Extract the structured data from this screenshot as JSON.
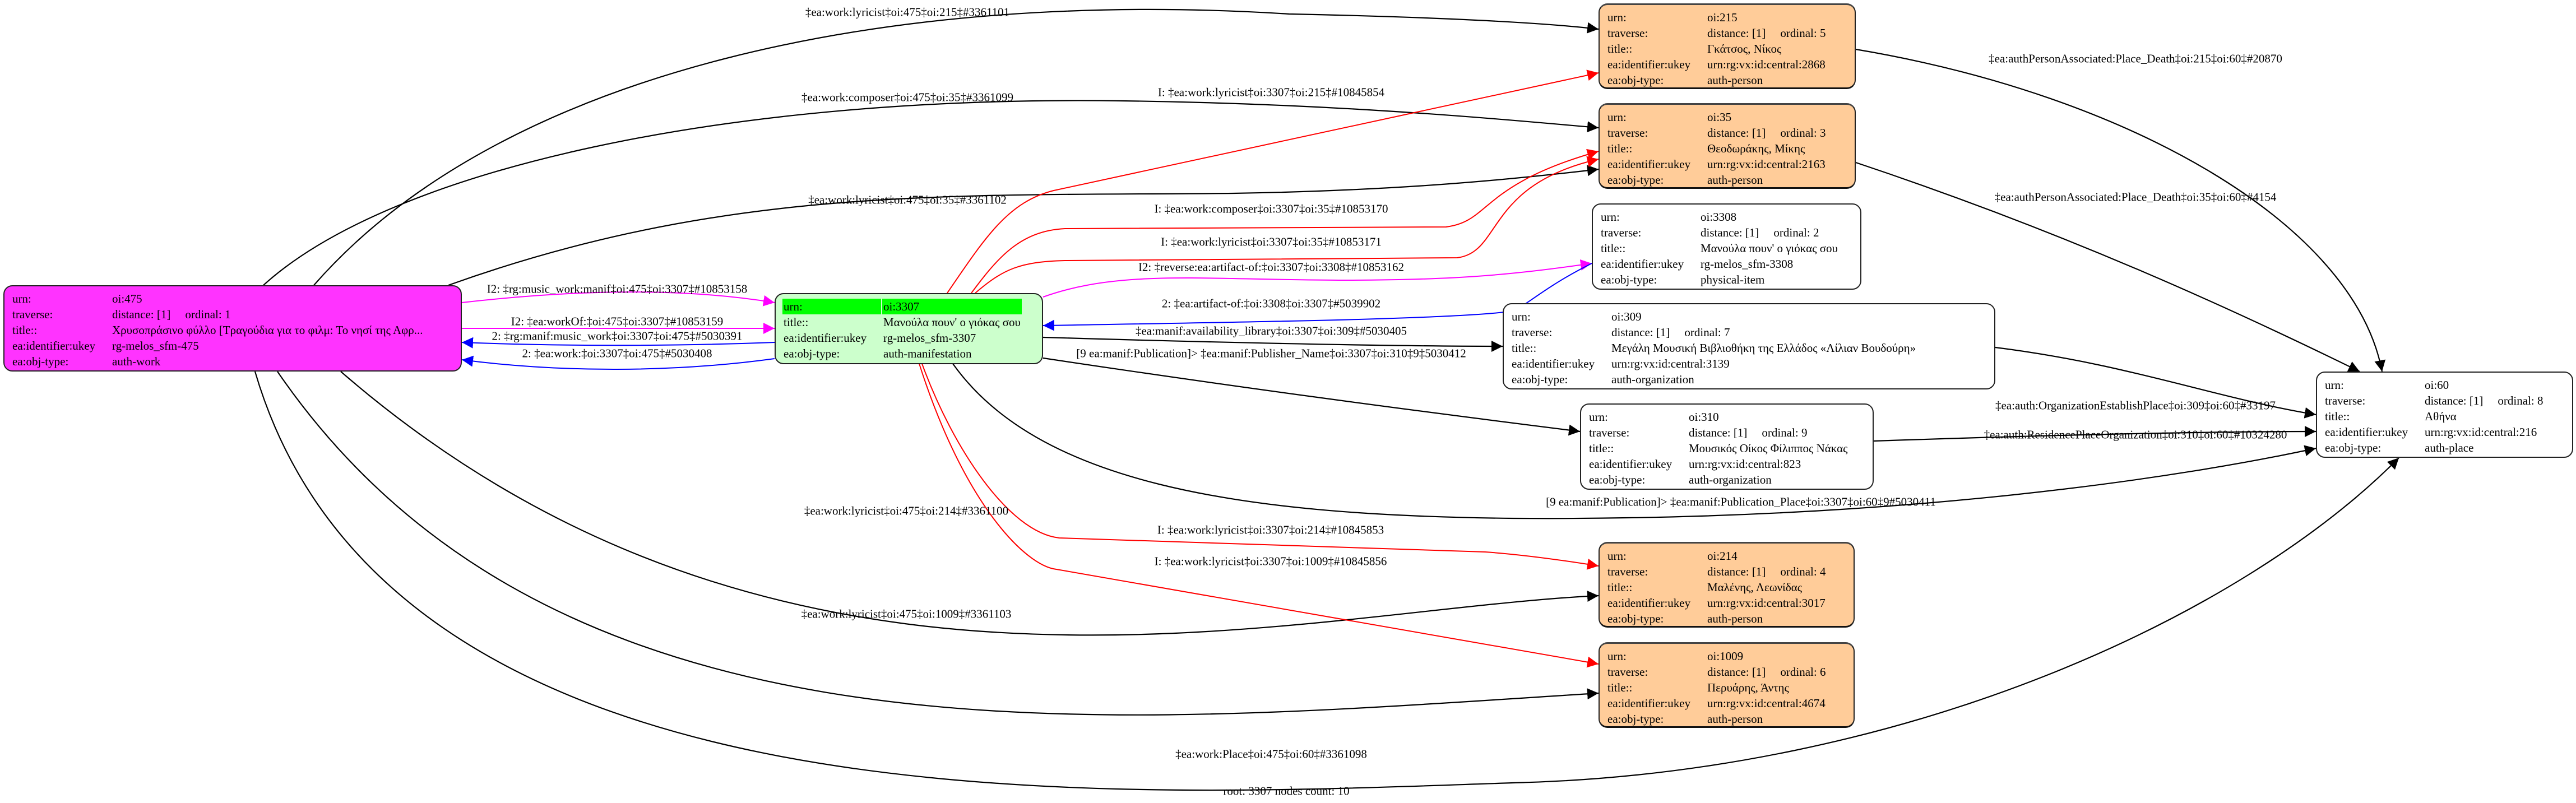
{
  "row_labels": {
    "urn": "urn:",
    "traverse": "traverse:",
    "title": "title::",
    "ukey": "ea:identifier:ukey",
    "obj_type": "ea:obj-type:"
  },
  "colors": {
    "work": "#ff33ff",
    "manifestation": "#ccffcc",
    "root_highlight": "#00ff00",
    "person": "#ffcc99",
    "default": "#ffffff",
    "edge_black": "#000000",
    "edge_red": "#ff0000",
    "edge_magenta": "#ff00ff",
    "edge_blue": "#0000ff"
  },
  "nodes": {
    "n475": {
      "kind": "work",
      "urn": "oi:475",
      "distance": "distance: [1]",
      "ordinal": "ordinal: 1",
      "title": "Χρυσοπράσινο φύλλο [Τραγούδια για το φιλμ: Το νησί της Αφρ...",
      "ukey": "rg-melos_sfm-475",
      "obj_type": "auth-work"
    },
    "n3307": {
      "kind": "manifestation",
      "urn": "oi:3307",
      "title": "Μανούλα πουν' ο γιόκας σου",
      "ukey": "rg-melos_sfm-3307",
      "obj_type": "auth-manifestation"
    },
    "n215": {
      "kind": "person",
      "urn": "oi:215",
      "distance": "distance: [1]",
      "ordinal": "ordinal: 5",
      "title": "Γκάτσος, Νίκος",
      "ukey": "urn:rg:vx:id:central:2868",
      "obj_type": "auth-person"
    },
    "n35": {
      "kind": "person",
      "urn": "oi:35",
      "distance": "distance: [1]",
      "ordinal": "ordinal: 3",
      "title": "Θεοδωράκης, Μίκης",
      "ukey": "urn:rg:vx:id:central:2163",
      "obj_type": "auth-person"
    },
    "n3308": {
      "kind": "default",
      "urn": "oi:3308",
      "distance": "distance: [1]",
      "ordinal": "ordinal: 2",
      "title": "Μανούλα πουν' ο γιόκας σου",
      "ukey": "rg-melos_sfm-3308",
      "obj_type": "physical-item"
    },
    "n309": {
      "kind": "default",
      "urn": "oi:309",
      "distance": "distance: [1]",
      "ordinal": "ordinal: 7",
      "title": "Μεγάλη Μουσική Βιβλιοθήκη της Ελλάδος «Λίλιαν Βουδούρη»",
      "ukey": "urn:rg:vx:id:central:3139",
      "obj_type": "auth-organization"
    },
    "n310": {
      "kind": "default",
      "urn": "oi:310",
      "distance": "distance: [1]",
      "ordinal": "ordinal: 9",
      "title": "Μουσικός Οίκος Φίλιππος Νάκας",
      "ukey": "urn:rg:vx:id:central:823",
      "obj_type": "auth-organization"
    },
    "n60": {
      "kind": "default",
      "urn": "oi:60",
      "distance": "distance: [1]",
      "ordinal": "ordinal: 8",
      "title": "Αθήνα",
      "ukey": "urn:rg:vx:id:central:216",
      "obj_type": "auth-place"
    },
    "n214": {
      "kind": "person",
      "urn": "oi:214",
      "distance": "distance: [1]",
      "ordinal": "ordinal: 4",
      "title": "Μαλένης, Λεωνίδας",
      "ukey": "urn:rg:vx:id:central:3017",
      "obj_type": "auth-person"
    },
    "n1009": {
      "kind": "person",
      "urn": "oi:1009",
      "distance": "distance: [1]",
      "ordinal": "ordinal: 6",
      "title": "Περυάρης, Άντης",
      "ukey": "urn:rg:vx:id:central:4674",
      "obj_type": "auth-person"
    }
  },
  "edges": [
    {
      "from": "oi:475",
      "to": "oi:215",
      "color": "edge_black",
      "label": "‡ea:work:lyricist‡oi:475‡oi:215‡#3361101"
    },
    {
      "from": "oi:475",
      "to": "oi:35",
      "color": "edge_black",
      "label": "‡ea:work:composer‡oi:475‡oi:35‡#3361099"
    },
    {
      "from": "oi:475",
      "to": "oi:35",
      "color": "edge_black",
      "label": "‡ea:work:lyricist‡oi:475‡oi:35‡#3361102"
    },
    {
      "from": "oi:3307",
      "to": "oi:215",
      "color": "edge_red",
      "label": "I: ‡ea:work:lyricist‡oi:3307‡oi:215‡#10845854"
    },
    {
      "from": "oi:3307",
      "to": "oi:35",
      "color": "edge_red",
      "label": "I: ‡ea:work:composer‡oi:3307‡oi:35‡#10853170"
    },
    {
      "from": "oi:3307",
      "to": "oi:35",
      "color": "edge_red",
      "label": "I: ‡ea:work:lyricist‡oi:3307‡oi:35‡#10853171"
    },
    {
      "from": "oi:3307",
      "to": "oi:3308",
      "color": "edge_magenta",
      "label": "I2: ‡reverse:ea:artifact-of:‡oi:3307‡oi:3308‡#10853162"
    },
    {
      "from": "oi:3308",
      "to": "oi:3307",
      "color": "edge_blue",
      "label": "2: ‡ea:artifact-of:‡oi:3308‡oi:3307‡#5039902"
    },
    {
      "from": "oi:475",
      "to": "oi:3307",
      "color": "edge_magenta",
      "label": "I2: ‡rg:music_work:manif‡oi:475‡oi:3307‡#10853158"
    },
    {
      "from": "oi:475",
      "to": "oi:3307",
      "color": "edge_magenta",
      "label": "I2: ‡ea:workOf:‡oi:475‡oi:3307‡#10853159"
    },
    {
      "from": "oi:3307",
      "to": "oi:475",
      "color": "edge_blue",
      "label": "2: ‡rg:manif:music_work‡oi:3307‡oi:475‡#5030391"
    },
    {
      "from": "oi:3307",
      "to": "oi:475",
      "color": "edge_blue",
      "label": "2: ‡ea:work:‡oi:3307‡oi:475‡#5030408"
    },
    {
      "from": "oi:3307",
      "to": "oi:309",
      "color": "edge_black",
      "label": "‡ea:manif:availability_library‡oi:3307‡oi:309‡#5030405"
    },
    {
      "from": "oi:3307",
      "to": "oi:310",
      "color": "edge_black",
      "label": "[9 ea:manif:Publication]> ‡ea:manif:Publisher_Name‡oi:3307‡oi:310‡9‡5030412"
    },
    {
      "from": "oi:3307",
      "to": "oi:60",
      "color": "edge_black",
      "label": "[9 ea:manif:Publication]> ‡ea:manif:Publication_Place‡oi:3307‡oi:60‡9#5030411"
    },
    {
      "from": "oi:215",
      "to": "oi:60",
      "color": "edge_black",
      "label": "‡ea:authPersonAssociated:Place_Death‡oi:215‡oi:60‡#20870"
    },
    {
      "from": "oi:35",
      "to": "oi:60",
      "color": "edge_black",
      "label": "‡ea:authPersonAssociated:Place_Death‡oi:35‡oi:60‡#4154"
    },
    {
      "from": "oi:309",
      "to": "oi:60",
      "color": "edge_black",
      "label": "‡ea:auth:OrganizationEstablishPlace‡oi:309‡oi:60‡#33197"
    },
    {
      "from": "oi:310",
      "to": "oi:60",
      "color": "edge_black",
      "label": "‡ea:auth:ResidencePlaceOrganization‡oi:310‡oi:60‡#10324280"
    },
    {
      "from": "oi:475",
      "to": "oi:214",
      "color": "edge_black",
      "label": "‡ea:work:lyricist‡oi:475‡oi:214‡#3361100"
    },
    {
      "from": "oi:475",
      "to": "oi:1009",
      "color": "edge_black",
      "label": "‡ea:work:lyricist‡oi:475‡oi:1009‡#3361103"
    },
    {
      "from": "oi:475",
      "to": "oi:60",
      "color": "edge_black",
      "label": "‡ea:work:Place‡oi:475‡oi:60‡#3361098"
    },
    {
      "from": "oi:3307",
      "to": "oi:214",
      "color": "edge_red",
      "label": "I: ‡ea:work:lyricist‡oi:3307‡oi:214‡#10845853"
    },
    {
      "from": "oi:3307",
      "to": "oi:1009",
      "color": "edge_red",
      "label": "I: ‡ea:work:lyricist‡oi:3307‡oi:1009‡#10845856"
    }
  ],
  "footer": "root: 3307 nodes count: 10"
}
